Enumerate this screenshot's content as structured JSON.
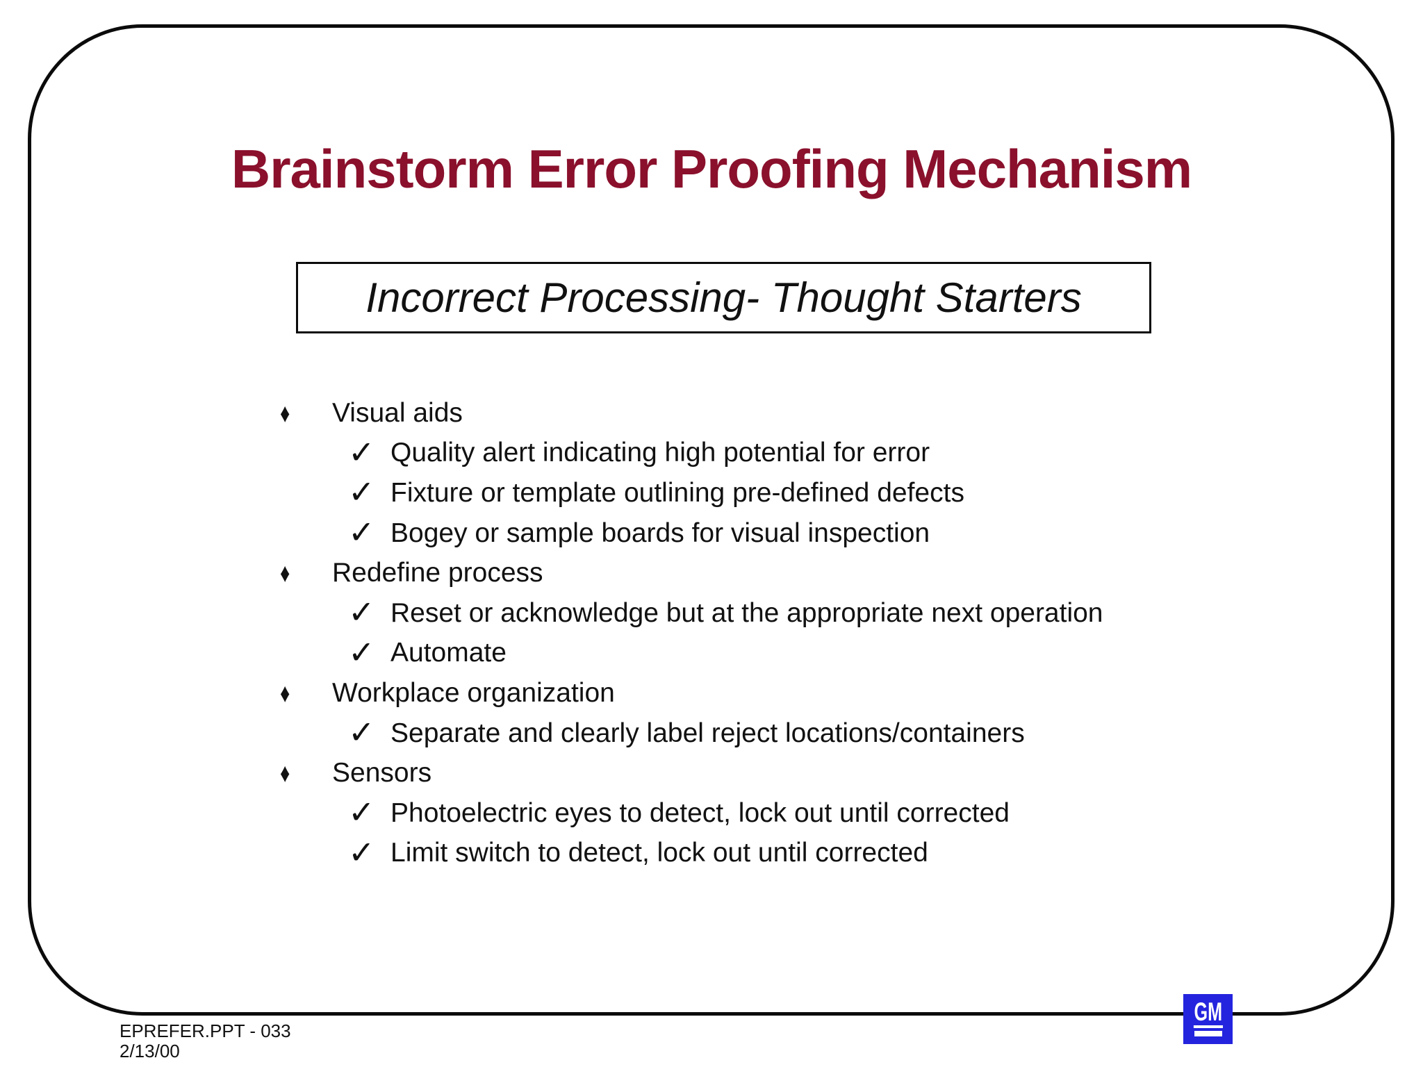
{
  "title": {
    "text": "Brainstorm Error Proofing Mechanism",
    "color": "#8A102C"
  },
  "subtitle": {
    "text": "Incorrect Processing- Thought Starters"
  },
  "list": {
    "l1_marker": "♦",
    "l2_marker": "✓",
    "items": [
      {
        "label": "Visual aids",
        "sub": [
          "Quality alert indicating high potential for error",
          "Fixture or template outlining pre-defined defects",
          "Bogey or sample boards for visual inspection"
        ]
      },
      {
        "label": "Redefine process",
        "sub": [
          "Reset or acknowledge but at the appropriate next operation",
          "Automate"
        ]
      },
      {
        "label": "Workplace organization",
        "sub": [
          "Separate and clearly label reject locations/containers"
        ]
      },
      {
        "label": "Sensors",
        "sub": [
          "Photoelectric eyes to detect, lock out until corrected",
          "Limit switch to detect, lock out until corrected"
        ]
      }
    ]
  },
  "footer": {
    "filename": "EPREFER.PPT - 033",
    "date": "2/13/00"
  },
  "logo": {
    "text": "GM",
    "background": "#2424DE"
  }
}
